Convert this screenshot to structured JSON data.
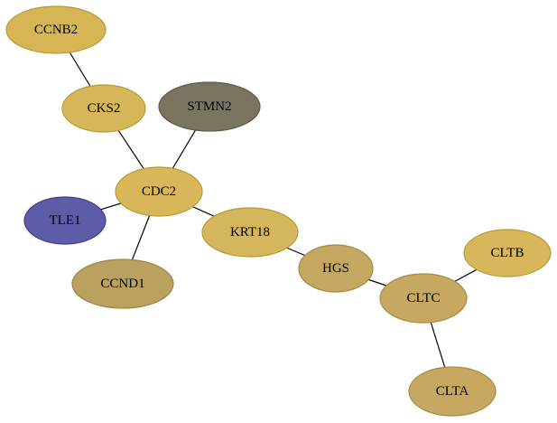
{
  "nodes": [
    {
      "id": "CCNB2",
      "label": "CCNB2",
      "color": "#D6B554",
      "stroke": "#B89A36"
    },
    {
      "id": "CKS2",
      "label": "CKS2",
      "color": "#D5B658",
      "stroke": "#B89A36"
    },
    {
      "id": "STMN2",
      "label": "STMN2",
      "color": "#7A7560",
      "stroke": "#5E5A47"
    },
    {
      "id": "CDC2",
      "label": "CDC2",
      "color": "#D8B65A",
      "stroke": "#B89A36"
    },
    {
      "id": "TLE1",
      "label": "TLE1",
      "color": "#5D5DA7",
      "stroke": "#3E3E8A"
    },
    {
      "id": "KRT18",
      "label": "KRT18",
      "color": "#D4B65C",
      "stroke": "#B89A36"
    },
    {
      "id": "CCND1",
      "label": "CCND1",
      "color": "#BAA160",
      "stroke": "#9C8544"
    },
    {
      "id": "HGS",
      "label": "HGS",
      "color": "#C4A760",
      "stroke": "#A68B44"
    },
    {
      "id": "CLTB",
      "label": "CLTB",
      "color": "#D7B65C",
      "stroke": "#B89A36"
    },
    {
      "id": "CLTC",
      "label": "CLTC",
      "color": "#C6A860",
      "stroke": "#A68B44"
    },
    {
      "id": "CLTA",
      "label": "CLTA",
      "color": "#C6A860",
      "stroke": "#A68B44"
    }
  ],
  "edges": [
    [
      "CCNB2",
      "CKS2"
    ],
    [
      "CKS2",
      "CDC2"
    ],
    [
      "STMN2",
      "CDC2"
    ],
    [
      "TLE1",
      "CDC2"
    ],
    [
      "CCND1",
      "CDC2"
    ],
    [
      "CDC2",
      "KRT18"
    ],
    [
      "KRT18",
      "HGS"
    ],
    [
      "HGS",
      "CLTC"
    ],
    [
      "CLTB",
      "CLTC"
    ],
    [
      "CLTC",
      "CLTA"
    ]
  ]
}
